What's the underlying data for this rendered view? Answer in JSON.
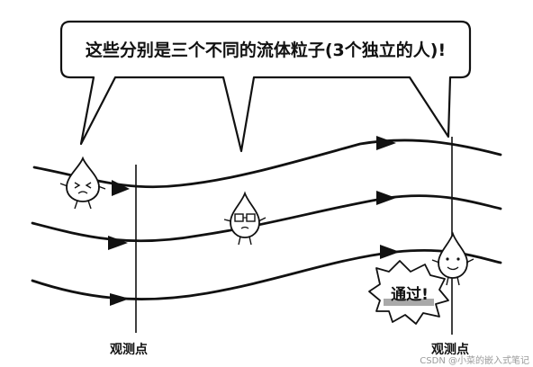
{
  "speech_bubble": {
    "text": "这些分别是三个不同的流体粒子(3个独立的人)!"
  },
  "observation_points": [
    {
      "label": "观测点"
    },
    {
      "label": "观测点"
    }
  ],
  "pass_sign": {
    "text": "通过!"
  },
  "watermark": {
    "text": "CSDN @小菜的嵌入式笔记"
  },
  "colors": {
    "ink": "#111111",
    "background": "#ffffff",
    "sign_shadow": "#9a9a9a"
  }
}
